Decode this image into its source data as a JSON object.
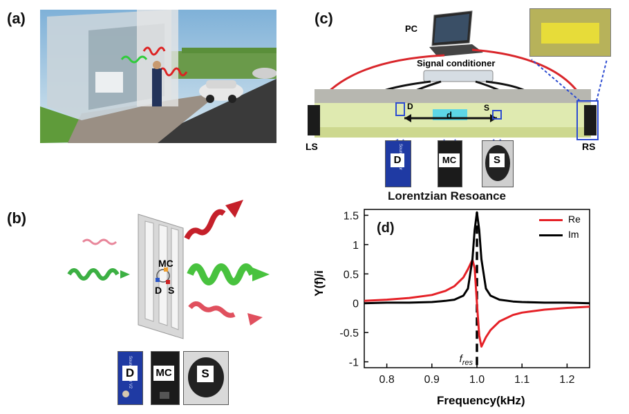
{
  "panels": {
    "a": "(a)",
    "b": "(b)",
    "c": "(c)",
    "d": "(d)"
  },
  "panel_b": {
    "node_labels": {
      "mc": "MC",
      "d": "D",
      "s": "S"
    },
    "modules": {
      "d": "D",
      "mc": "MC",
      "s": "S"
    },
    "board_print": "Sound Sensor V2"
  },
  "panel_c": {
    "pc": "PC",
    "conditioner": "Signal conditioner",
    "ls": "LS",
    "rs": "RS",
    "d_marker": "D",
    "s_marker": "S",
    "distance": "d",
    "modules": {
      "d": "D",
      "mc": "MC",
      "s": "S"
    },
    "board_print": "Sound Sensor"
  },
  "colors": {
    "re": "#e52127",
    "im": "#000000",
    "blue": "#2c4bd1",
    "wire_red": "#d9262b"
  },
  "chart_data": {
    "type": "line",
    "title": "Lorentzian Resoance",
    "xlabel": "Frequency(kHz)",
    "ylabel": "Y(f)/i",
    "xlim": [
      0.75,
      1.25
    ],
    "ylim": [
      -1.1,
      1.6
    ],
    "xticks": [
      0.8,
      0.9,
      1.0,
      1.1,
      1.2
    ],
    "xtick_labels": [
      "0.8",
      "0.9",
      "1.0",
      "1.1",
      "1.2"
    ],
    "yticks": [
      1.5,
      1,
      0.5,
      0,
      -0.5,
      -1
    ],
    "ytick_labels": [
      "1.5",
      "1",
      "0.5",
      "0",
      "-0.5",
      "-1"
    ],
    "annotation": "f_res",
    "annotation_x": 1.0,
    "legend": "top-right",
    "grid": false,
    "series": [
      {
        "name": "Re",
        "color": "#e52127",
        "x": [
          0.75,
          0.8,
          0.85,
          0.9,
          0.93,
          0.95,
          0.97,
          0.98,
          0.99,
          0.995,
          1.0,
          1.005,
          1.01,
          1.02,
          1.03,
          1.05,
          1.08,
          1.1,
          1.15,
          1.2,
          1.25
        ],
        "y": [
          0.04,
          0.06,
          0.09,
          0.14,
          0.21,
          0.29,
          0.44,
          0.58,
          0.74,
          0.6,
          0.0,
          -0.55,
          -0.74,
          -0.58,
          -0.46,
          -0.31,
          -0.2,
          -0.16,
          -0.11,
          -0.08,
          -0.06
        ]
      },
      {
        "name": "Im",
        "color": "#000000",
        "x": [
          0.75,
          0.8,
          0.85,
          0.9,
          0.93,
          0.95,
          0.97,
          0.98,
          0.99,
          0.995,
          1.0,
          1.005,
          1.01,
          1.02,
          1.03,
          1.05,
          1.08,
          1.1,
          1.15,
          1.2,
          1.25
        ],
        "y": [
          0.0,
          0.01,
          0.01,
          0.02,
          0.04,
          0.06,
          0.13,
          0.25,
          0.75,
          1.25,
          1.55,
          1.25,
          0.75,
          0.25,
          0.13,
          0.06,
          0.03,
          0.02,
          0.01,
          0.01,
          0.0
        ]
      }
    ]
  }
}
